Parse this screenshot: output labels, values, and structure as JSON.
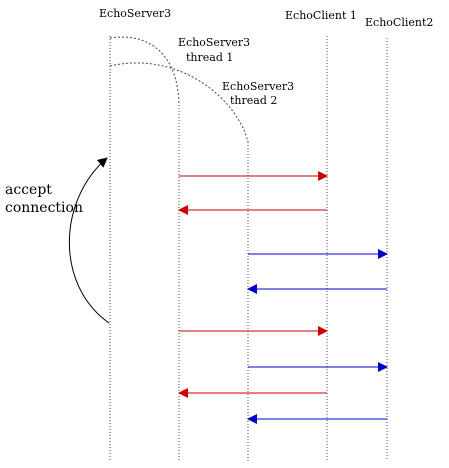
{
  "labels": {
    "server": "EchoServer3",
    "thread1_line1": "EchoServer3",
    "thread1_line2": "thread 1",
    "thread2_line1": "EchoServer3",
    "thread2_line2": "thread 2",
    "client1": "EchoClient 1",
    "client2": "EchoClient2",
    "accept_line1": "accept",
    "accept_line2": "connection"
  },
  "colors": {
    "lifeline": "#444444",
    "red_message": "#cc0000",
    "blue_message": "#0000cc",
    "black": "#000000"
  },
  "messages": [
    {
      "from": "thread1",
      "to": "client1",
      "color": "red"
    },
    {
      "from": "client1",
      "to": "thread1",
      "color": "red"
    },
    {
      "from": "thread2",
      "to": "client2",
      "color": "blue"
    },
    {
      "from": "client2",
      "to": "thread2",
      "color": "blue"
    },
    {
      "from": "thread1",
      "to": "client1",
      "color": "red"
    },
    {
      "from": "thread2",
      "to": "client2",
      "color": "blue"
    },
    {
      "from": "client1",
      "to": "thread1",
      "color": "red"
    },
    {
      "from": "client2",
      "to": "thread2",
      "color": "blue"
    }
  ]
}
